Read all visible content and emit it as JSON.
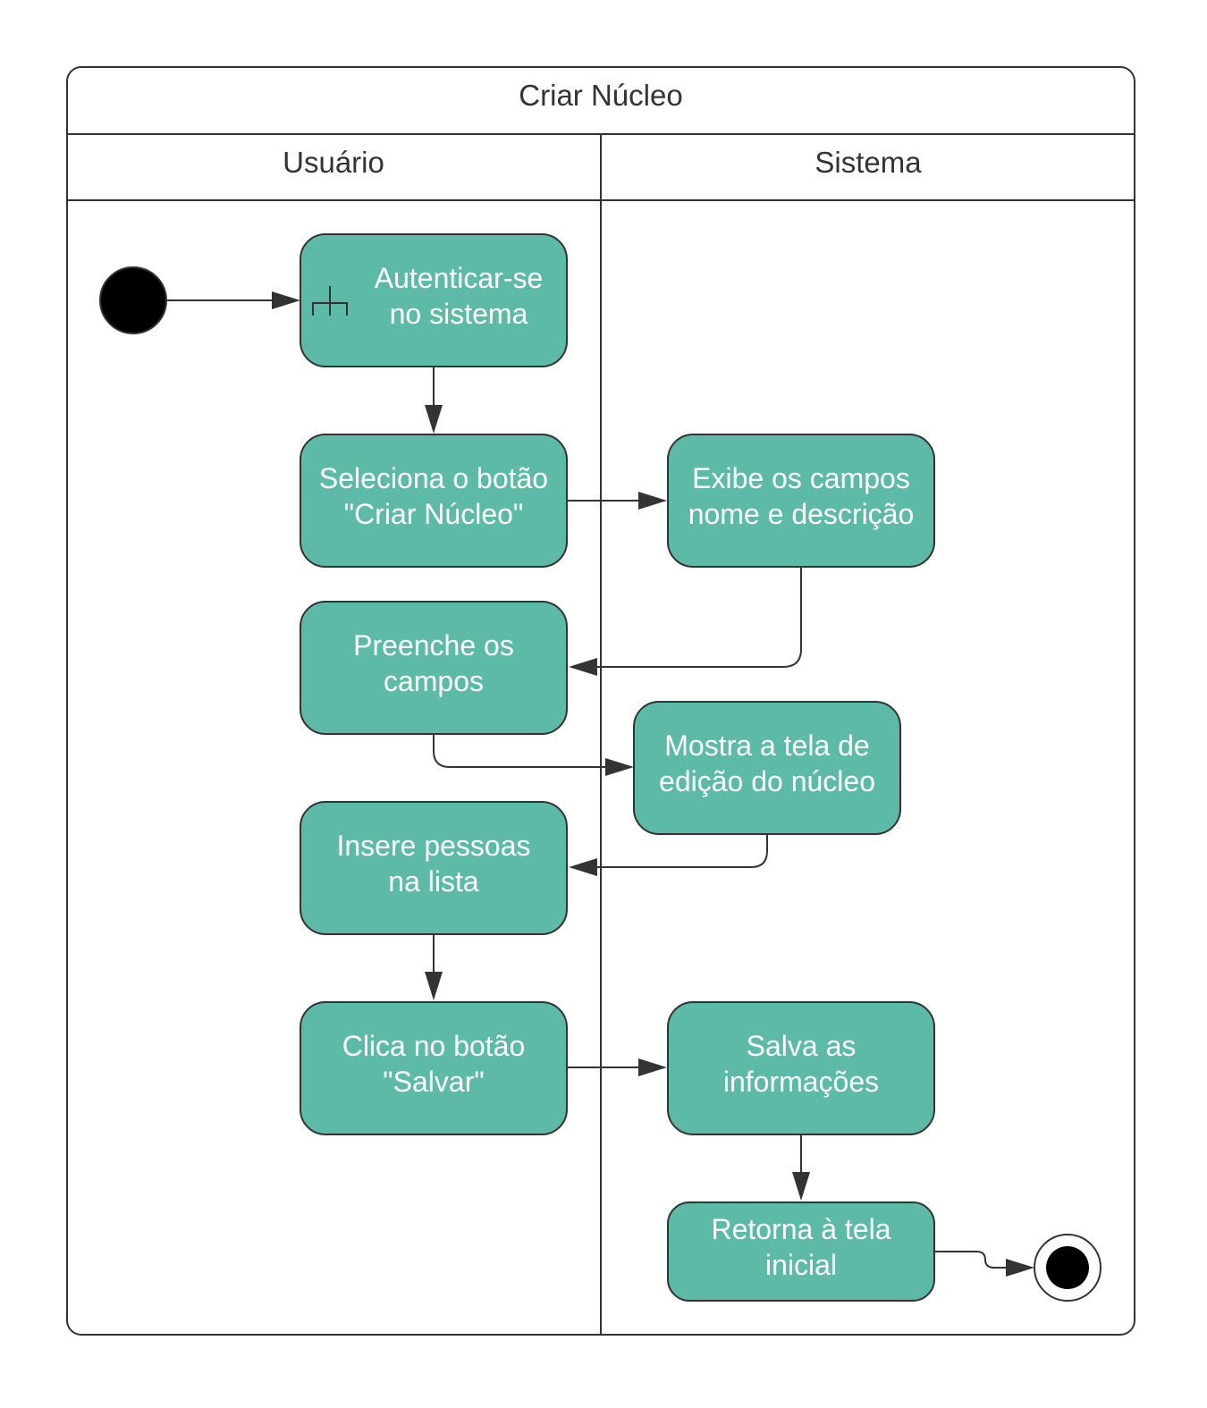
{
  "diagram": {
    "title": "Criar Núcleo",
    "lanes": [
      {
        "label": "Usuário"
      },
      {
        "label": "Sistema"
      }
    ],
    "activities": [
      {
        "id": "autenticar",
        "lines": [
          "Autenticar-se",
          "no sistema"
        ],
        "subactivity": true
      },
      {
        "id": "seleciona",
        "lines": [
          "Seleciona o botão",
          "\"Criar Núcleo\""
        ]
      },
      {
        "id": "exibe",
        "lines": [
          "Exibe os campos",
          "nome e descrição"
        ]
      },
      {
        "id": "preenche",
        "lines": [
          "Preenche os",
          "campos"
        ]
      },
      {
        "id": "mostra",
        "lines": [
          "Mostra a tela de",
          "edição do núcleo"
        ]
      },
      {
        "id": "insere",
        "lines": [
          "Insere pessoas",
          "na lista"
        ]
      },
      {
        "id": "clica",
        "lines": [
          "Clica no botão",
          "\"Salvar\""
        ]
      },
      {
        "id": "salva",
        "lines": [
          "Salva as",
          "informações"
        ]
      },
      {
        "id": "retorna",
        "lines": [
          "Retorna à tela",
          "inicial"
        ]
      }
    ],
    "flows": [
      {
        "from": "start",
        "to": "autenticar"
      },
      {
        "from": "autenticar",
        "to": "seleciona"
      },
      {
        "from": "seleciona",
        "to": "exibe"
      },
      {
        "from": "exibe",
        "to": "preenche"
      },
      {
        "from": "preenche",
        "to": "mostra"
      },
      {
        "from": "mostra",
        "to": "insere"
      },
      {
        "from": "insere",
        "to": "clica"
      },
      {
        "from": "clica",
        "to": "salva"
      },
      {
        "from": "salva",
        "to": "retorna"
      },
      {
        "from": "retorna",
        "to": "end"
      }
    ],
    "colors": {
      "activity_fill": "#5cbaa6",
      "activity_text": "#ffffff",
      "stroke": "#333333"
    }
  }
}
